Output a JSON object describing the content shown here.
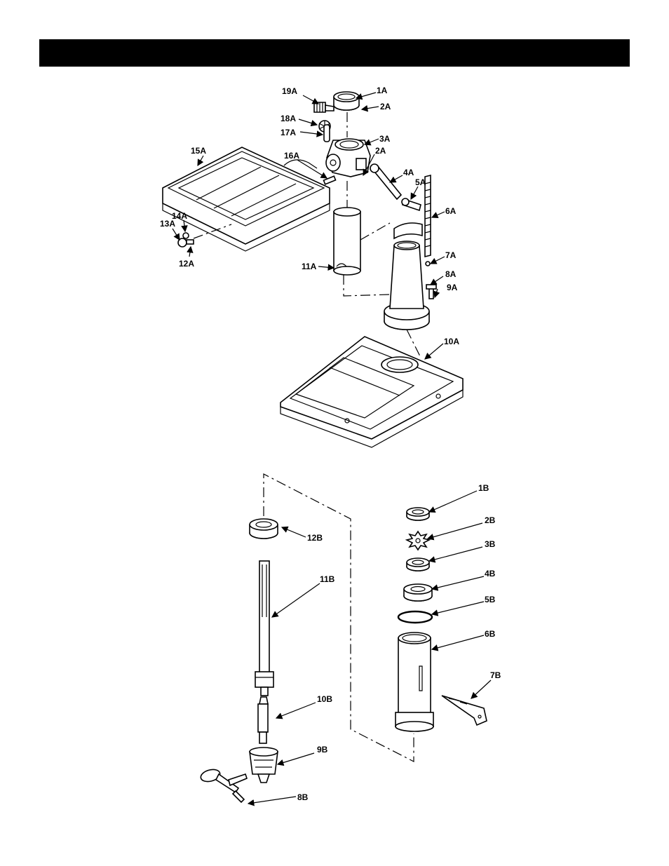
{
  "diagram": {
    "labels": {
      "l19A": "19A",
      "l1A": "1A",
      "l2A_top": "2A",
      "l18A": "18A",
      "l17A": "17A",
      "l3A": "3A",
      "l15A": "15A",
      "l16A": "16A",
      "l2A_mid": "2A",
      "l4A": "4A",
      "l5A": "5A",
      "l6A": "6A",
      "l14A": "14A",
      "l13A": "13A",
      "l12A": "12A",
      "l11A": "11A",
      "l7A": "7A",
      "l8A": "8A",
      "l9A": "9A",
      "l10A": "10A",
      "l1B": "1B",
      "l2B": "2B",
      "l3B": "3B",
      "l4B": "4B",
      "l5B": "5B",
      "l6B": "6B",
      "l7B": "7B",
      "l8B": "8B",
      "l9B": "9B",
      "l10B": "10B",
      "l11B": "11B",
      "l12B": "12B"
    }
  }
}
